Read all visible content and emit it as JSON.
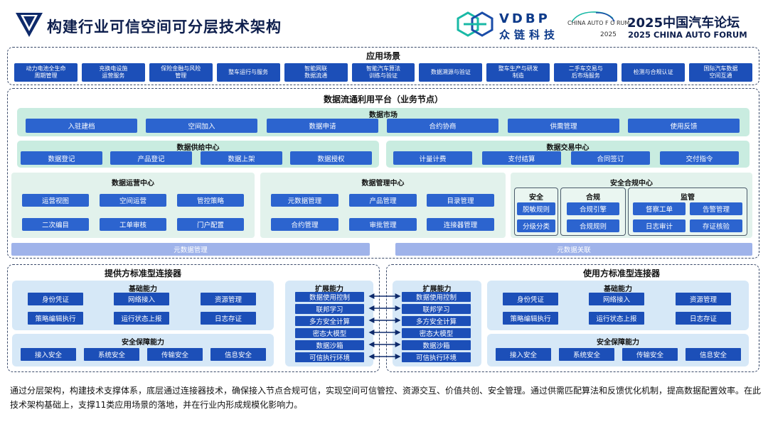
{
  "header": {
    "title": "构建行业可信空间可分层技术架构",
    "logo_en": "VDBP",
    "logo_cn": "众链科技",
    "forum_badge_text": "CHINA AUTO F O RUM",
    "forum_badge_year": "2025",
    "forum_cn": "2025中国汽车论坛",
    "forum_en": "2025 CHINA AUTO FORUM"
  },
  "scenes": {
    "title": "应用场景",
    "items": [
      "动力电池全生命\n周期管理",
      "充换电设施\n运营服务",
      "保险金融与风险\n管理",
      "整车运行与服务",
      "智能网联\n数据流通",
      "智能汽车算法\n训练与验证",
      "数据溯源与验证",
      "整车生产与研发\n制造",
      "二手车交易与\n后市场服务",
      "检测与合规认证",
      "国际汽车数据\n空间互通"
    ]
  },
  "platform": {
    "title": "数据流通利用平台（业务节点）",
    "market": {
      "title": "数据市场",
      "items": [
        "入驻建档",
        "空间加入",
        "数据申请",
        "合约协商",
        "供需管理",
        "使用反馈"
      ]
    },
    "supply": {
      "title": "数据供给中心",
      "items": [
        "数据登记",
        "产品登记",
        "数据上架",
        "数据授权"
      ]
    },
    "trade": {
      "title": "数据交易中心",
      "items": [
        "计量计费",
        "支付结算",
        "合同签订",
        "交付指令"
      ]
    },
    "ops": {
      "title": "数据运营中心",
      "items": [
        "运营视图",
        "空间运营",
        "管控策略",
        "二次编目",
        "工单审核",
        "门户配置"
      ]
    },
    "mgmt": {
      "title": "数据管理中心",
      "items": [
        "元数据管理",
        "产品管理",
        "目录管理",
        "合约管理",
        "审批管理",
        "连接器管理"
      ]
    },
    "compliance": {
      "title": "安全合规中心",
      "security": {
        "title": "安全",
        "items": [
          "脱敏规则",
          "分级分类"
        ]
      },
      "rules": {
        "title": "合规",
        "items": [
          "合规引擎",
          "合规规则"
        ]
      },
      "supervision": {
        "title": "监管",
        "items": [
          "督察工单",
          "告警管理",
          "日志审计",
          "存证核验"
        ]
      }
    },
    "meta_mgmt": "元数据管理",
    "meta_link": "元数据关联"
  },
  "provider": {
    "title": "提供方标准型连接器",
    "basic": {
      "title": "基础能力",
      "items": [
        "身份凭证",
        "网络接入",
        "资源管理",
        "策略编辑执行",
        "运行状态上报",
        "日志存证"
      ]
    },
    "security": {
      "title": "安全保障能力",
      "items": [
        "接入安全",
        "系统安全",
        "传输安全",
        "信息安全"
      ]
    },
    "ext": {
      "title": "扩展能力",
      "items": [
        "数据使用控制",
        "联邦学习",
        "多方安全计算",
        "密态大模型",
        "数据沙箱",
        "可信执行环境"
      ]
    }
  },
  "consumer": {
    "title": "使用方标准型连接器",
    "basic": {
      "title": "基础能力",
      "items": [
        "身份凭证",
        "网络接入",
        "资源管理",
        "策略编辑执行",
        "运行状态上报",
        "日志存证"
      ]
    },
    "security": {
      "title": "安全保障能力",
      "items": [
        "接入安全",
        "系统安全",
        "传输安全",
        "信息安全"
      ]
    },
    "ext": {
      "title": "扩展能力",
      "items": [
        "数据使用控制",
        "联邦学习",
        "多方安全计算",
        "密态大模型",
        "数据沙箱",
        "可信执行环境"
      ]
    }
  },
  "footer": "通过分层架构，构建技术支撑体系，底层通过连接器技术，确保接入节点合规可信，实现空间可信管控、资源交互、价值共创、安全管理。通过供需匹配算法和反馈优化机制，提高数据配置效率。在此技术架构基础上，支撑11类应用场景的落地，并在行业内形成规模化影响力。",
  "colors": {
    "primary_blue": "#1c4fb8",
    "button_blue": "#2c64cf",
    "meta_blue": "#9fb3ea",
    "green_panel": "#c9ece0",
    "light_blue_panel": "#d6e8f7",
    "title_navy": "#0e1f4d"
  }
}
